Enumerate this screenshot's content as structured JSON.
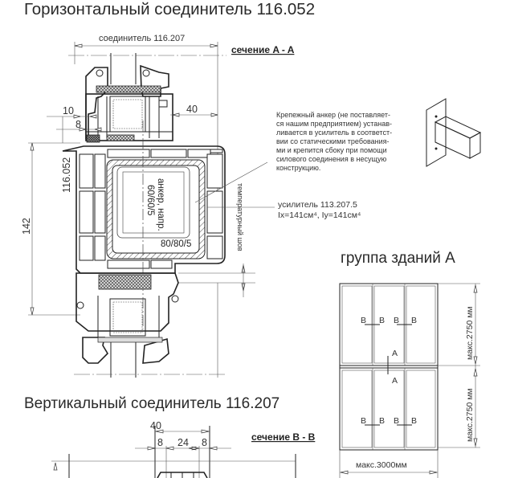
{
  "titles": {
    "horizontal": "Горизонтальный соединитель 116.052",
    "vertical": "Вертикальный соединитель 116.207",
    "building_group": "группа зданий A"
  },
  "section_aa": {
    "label": "сечение A - A",
    "connector_dim": "соединитель 116.207",
    "dim_10": "10",
    "dim_8": "8",
    "dim_40": "40",
    "dim_116052": "116.052",
    "dim_142": "142",
    "anchor_label": "анкер, напр.",
    "anchor_size": "60/60/5",
    "tube_size": "80/80/5",
    "temperature_seam": "температурный шов",
    "reinforcement": "усилитель 113.207.5",
    "moments": "Ix=141см⁴, Iy=141см⁴"
  },
  "note": {
    "lines": [
      "Крепежный анкер (не поставляет-",
      "ся нашим предприятием) устанав-",
      "ливается в усилитель в соответст-",
      "вии со статическими требования-",
      "ми и крепится сбоку при помощи",
      "силового соединения в несущую",
      "конструкцию."
    ]
  },
  "section_bb": {
    "label": "сечение B - B",
    "dim_40": "40",
    "dim_8_left": "8",
    "dim_24": "24",
    "dim_8_right": "8"
  },
  "building_group": {
    "section_marks_b": [
      "B",
      "B",
      "B",
      "B"
    ],
    "section_marks_b_lower": [
      "B",
      "B",
      "B",
      "B"
    ],
    "section_mark_a_top": "A",
    "section_mark_a_bottom": "A",
    "height_top": "макс.2750 мм",
    "height_bottom": "макс.2750 мм",
    "width": "макс.3000мм"
  }
}
